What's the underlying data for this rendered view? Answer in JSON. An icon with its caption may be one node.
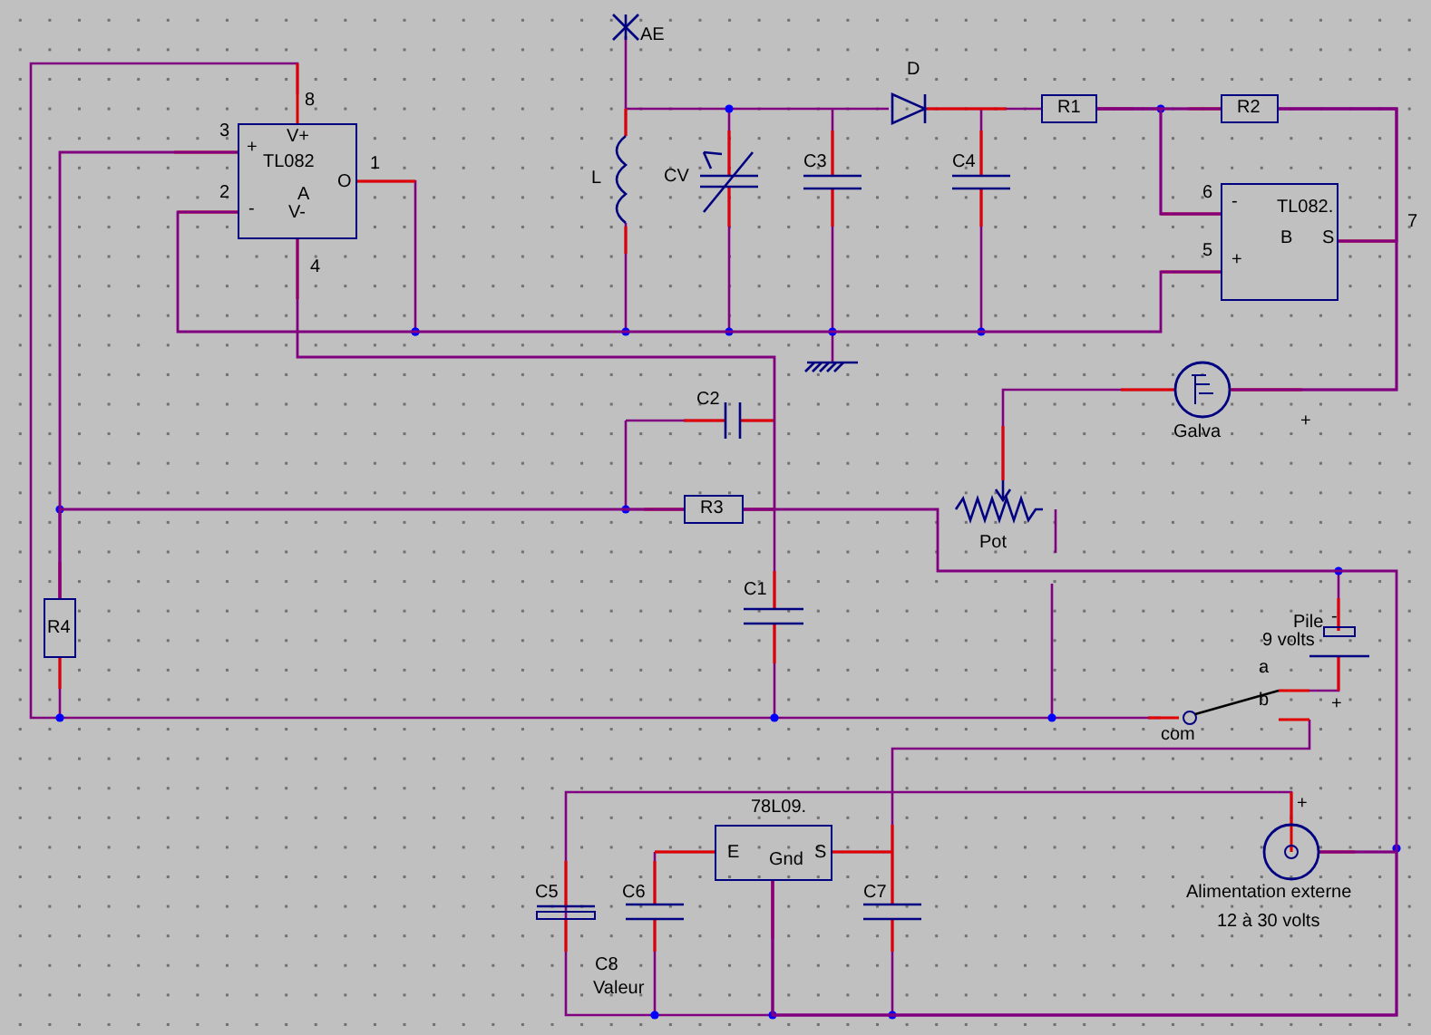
{
  "diagram": {
    "nodes": [
      {
        "text": [
          "+",
          "V+",
          "TL082",
          "O",
          "A",
          "-",
          "V-"
        ],
        "beside": [
          "8",
          "3",
          "2",
          "1",
          "4"
        ]
      },
      {
        "text": [
          "-",
          "TL082.",
          "B",
          "S",
          "+"
        ],
        "beside": [
          "6",
          "5",
          "7"
        ]
      },
      {
        "text": [
          "R1"
        ]
      },
      {
        "text": [
          "R2"
        ]
      },
      {
        "text": [
          "R3"
        ]
      },
      {
        "text": [
          "R4"
        ]
      },
      {
        "text": [
          "78L09.",
          "E",
          "Gnd",
          "S"
        ]
      },
      {
        "text": [
          "Galva"
        ],
        "beside": [
          "+"
        ]
      },
      {
        "text": [
          "Alimentation externe",
          "12 à 30 volts"
        ],
        "beside": [
          "+"
        ]
      }
    ],
    "edges": [
      {
        "from": 2,
        "to": 3,
        "arrow": "none"
      },
      {
        "from": 2,
        "to": 1,
        "arrow": "none"
      },
      {
        "from": 3,
        "to": 1,
        "arrow": "none"
      },
      {
        "from": 0,
        "to": 5,
        "arrow": "none"
      },
      {
        "from": 4,
        "to": 5,
        "arrow": "none"
      },
      {
        "from": 3,
        "to": 7,
        "arrow": "none"
      },
      {
        "from": 6,
        "to": 8,
        "arrow": "none"
      },
      {
        "from": 0,
        "to": 1,
        "arrow": "none"
      },
      {
        "from": 0,
        "to": 4,
        "arrow": "none"
      },
      {
        "from": 4,
        "to": 6,
        "arrow": "none"
      }
    ],
    "labels": [
      "AE",
      "D",
      "L",
      "CV",
      "C3",
      "C4",
      "C2",
      "Pot",
      "C1",
      "Pile",
      "-",
      "9 volts",
      "a",
      "b",
      "com",
      "+",
      "C5",
      "C6",
      "C7",
      "C8",
      "Valeur"
    ]
  }
}
